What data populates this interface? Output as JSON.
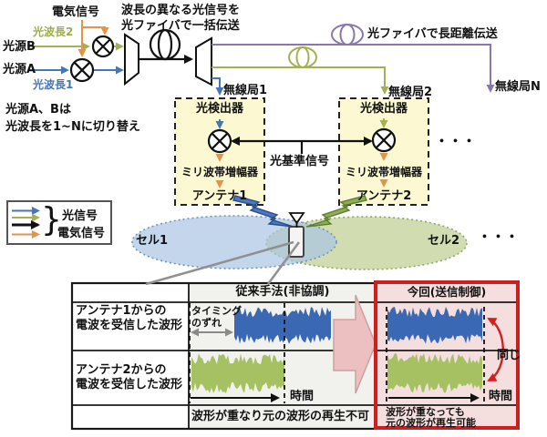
{
  "sources": {
    "electrical_signal": "電気信号",
    "bundle_note": "波長の異なる光信号を\n光ファイバで一括伝送",
    "wavelength2": "光波長2",
    "source_b": "光源B",
    "source_a": "光源A",
    "wavelength1": "光波長1",
    "switch_note": "光源A、Bは\n光波長を1~Nに切り替え",
    "long_distance_note": "光ファイバで長距離伝送"
  },
  "stations": {
    "station1": {
      "title": "無線局1",
      "detector": "光検出器",
      "amplifier": "ミリ波帯増幅器",
      "antenna": "アンテナ1"
    },
    "station2": {
      "title": "無線局2",
      "detector": "光検出器",
      "amplifier": "ミリ波帯増幅器",
      "antenna": "アンテナ2"
    },
    "station_n": "無線局N",
    "reference_signal": "光基準信号",
    "ellipsis": "・・・"
  },
  "legend": {
    "brace": "}",
    "optical": "光信号",
    "electrical": "電気信号"
  },
  "cells": {
    "cell1": "セル1",
    "cell2": "セル2",
    "ellipsis": "・・・"
  },
  "comparison_table": {
    "header_conventional": "従来手法(非協調)",
    "header_proposed": "今回(送信制御)",
    "row1_label": "アンテナ1からの\n電波を受信した波形",
    "row2_label": "アンテナ2からの\n電波を受信した波形",
    "timing_offset": "タイミング\nのずれ",
    "time": "時間",
    "same": "同じ",
    "conventional_note": "波形が重なり元の波形の再生不可",
    "proposed_note": "波形が重なっても\n元の波形が再生可能"
  },
  "colors": {
    "optical_blue": "#4577b8",
    "optical_olive": "#a4b052",
    "electrical_orange": "#e2944a",
    "fiber_purple": "#8877b0",
    "station_bg": "#fcf9d2",
    "cell1_fill": "#aac4e2",
    "cell2_fill": "#c9d6a3",
    "waveform_blue": "#3b68b3",
    "waveform_green": "#a6c161",
    "highlight_red": "#cc2020",
    "proposed_bg": "#f4dfde",
    "arrow_pink": "#ecc0c0",
    "gray": "#8a8a8a"
  }
}
